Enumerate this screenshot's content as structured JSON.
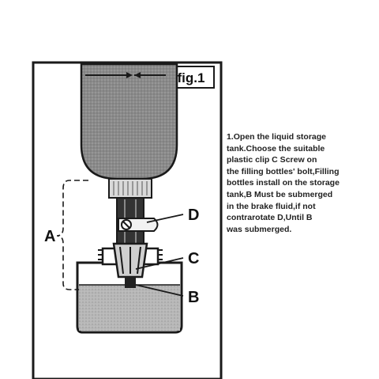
{
  "figure": {
    "title": "fig.1",
    "labels": {
      "a": "A",
      "b": "B",
      "c": "C",
      "d": "D"
    }
  },
  "instructions": {
    "lines": [
      "1.Open the liquid storage",
      "tank.Choose the suitable",
      "plastic clip C Screw on",
      "the filling bottles' bolt,Filling",
      "bottles install on the storage",
      "tank,B Must be submerged",
      "in the brake fluid,if not",
      "contrarotate D,Until B",
      "was submerged."
    ]
  },
  "colors": {
    "border": "#1a1a1a",
    "fluid": "#8e8e8e",
    "fluid_light": "#c4c4c4",
    "background": "#ffffff"
  }
}
